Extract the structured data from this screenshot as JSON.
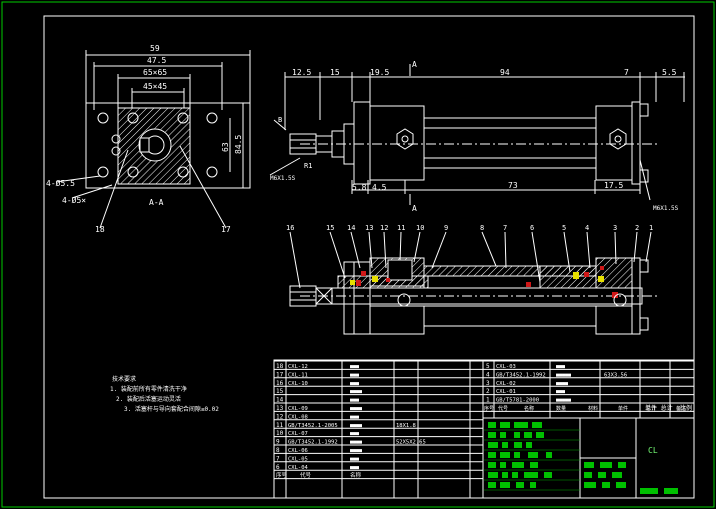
{
  "drawing": {
    "section_label": "A-A",
    "section_arrow_label": "A",
    "dims": {
      "d59": "59",
      "d47": "47.5",
      "d65": "65×65",
      "d45": "45×45",
      "v63": "63",
      "v84": "84.5",
      "h1": "4-Ø5.5",
      "h2": "4-Ø5×",
      "t125": "12.5",
      "t15": "15",
      "t195": "19.5",
      "t94": "94",
      "t7": "7",
      "t55": "5.5",
      "b58": "5.8",
      "b45": "4.5",
      "b73": "73",
      "b175": "17.5",
      "thread_a": "M6X1.5S",
      "thread_b": "M6X1.5S",
      "r1": "R1",
      "b_letter": "B"
    },
    "leaders_left": [
      "18",
      "17"
    ],
    "parts_numbers": [
      "16",
      "15",
      "14",
      "13",
      "12",
      "11",
      "10",
      "9",
      "8",
      "7",
      "6",
      "5",
      "4",
      "3",
      "2",
      "1"
    ],
    "notes": {
      "title": "技术要求",
      "line1": "1. 装配前所有零件清洗干净",
      "line2": "2. 装配后活塞运动灵活",
      "line3": "3. 活塞杆与导向套配合间隙≤0.02"
    }
  },
  "bom_left": {
    "rows": [
      {
        "no": "18",
        "code": "CXL-12",
        "mark": "■■■"
      },
      {
        "no": "17",
        "code": "CXL-11",
        "mark": "■■■"
      },
      {
        "no": "16",
        "code": "CXL-10",
        "mark": "■■■"
      },
      {
        "no": "15",
        "code": "",
        "mark": "■■■■"
      },
      {
        "no": "14",
        "code": "",
        "mark": "■■■"
      },
      {
        "no": "13",
        "code": "CXL-09",
        "mark": "■■■■"
      },
      {
        "no": "12",
        "code": "CXL-08",
        "mark": "■■■"
      },
      {
        "no": "11",
        "code": "GB/T3452.1-2005",
        "mark": "■■■■",
        "extra": "18X1.8"
      },
      {
        "no": "10",
        "code": "CXL-07",
        "mark": "■■■"
      },
      {
        "no": "9",
        "code": "GB/T3452.1-1992",
        "mark": "■■■■",
        "extra": "52X5X2.65"
      },
      {
        "no": "8",
        "code": "CXL-06",
        "mark": "■■■■"
      },
      {
        "no": "7",
        "code": "CXL-05",
        "mark": "■■■"
      },
      {
        "no": "6",
        "code": "CXL-04",
        "mark": "■■■"
      }
    ],
    "footer": [
      "序号",
      "代号",
      "名称"
    ]
  },
  "bom_right": {
    "rows": [
      {
        "no": "5",
        "code": "CXL-03",
        "mark": "■■■"
      },
      {
        "no": "4",
        "code": "GB/T3452.1-1992",
        "mark": "■■■■■",
        "extra": "63X3.56"
      },
      {
        "no": "3",
        "code": "CXL-02",
        "mark": "■■■■"
      },
      {
        "no": "2",
        "code": "CXL-01",
        "mark": "■■■"
      },
      {
        "no": "1",
        "code": "GB/T5781-2000",
        "mark": "■■■■■"
      }
    ],
    "footer": [
      "序号",
      "代号",
      "名称",
      "数量",
      "材料",
      "单件",
      "总计",
      "备注"
    ],
    "weight_label": "单件 总计",
    "scale_label": "比例"
  },
  "title_block": {
    "company": "CL"
  },
  "colors": {
    "line": "#ffffff",
    "border": "#00cc00",
    "green_fill": "#00c000",
    "red": "#d01818",
    "yellow": "#e8e000"
  }
}
